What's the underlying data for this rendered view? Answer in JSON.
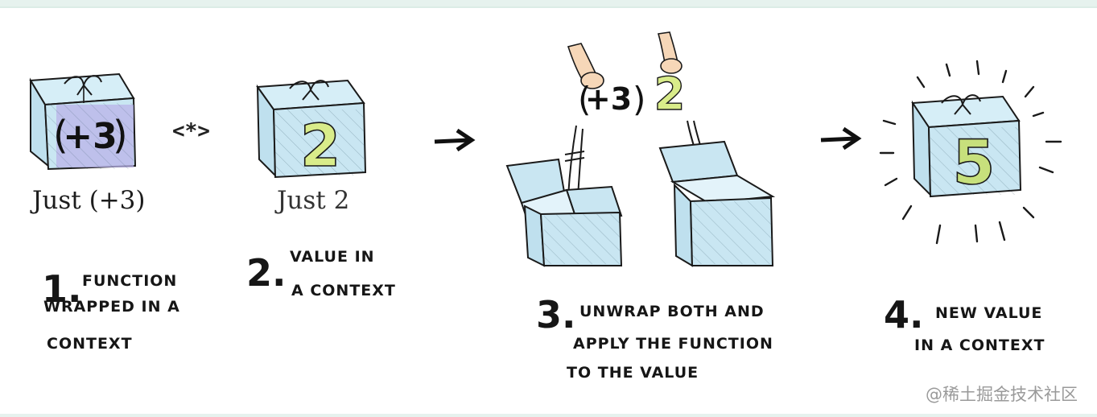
{
  "labels": {
    "just_fn": "Just (+3)",
    "just_val": "Just 2"
  },
  "operator": "<*>",
  "box_contents": {
    "function_box": "+3",
    "value_box": "2",
    "floating_function": "+3",
    "floating_value": "2",
    "result_box": "5"
  },
  "steps": [
    {
      "number": "1",
      "lines": [
        "Function",
        "wrapped in a",
        "context"
      ]
    },
    {
      "number": "2",
      "lines": [
        "value in",
        "a context"
      ]
    },
    {
      "number": "3",
      "lines": [
        "unwrap both and",
        "apply the function",
        "to the value"
      ]
    },
    {
      "number": "4",
      "lines": [
        "new value",
        "in a context"
      ]
    }
  ],
  "watermark": "@稀土掘金技术社区",
  "colors": {
    "box_fill": "#c9e6f2",
    "box_stroke": "#1a1a1a",
    "function_fill": "#b9b3e8",
    "value_fill": "#d9ec8a",
    "result_fill": "#c7e07c",
    "hand_fill": "#f6d7b8"
  }
}
